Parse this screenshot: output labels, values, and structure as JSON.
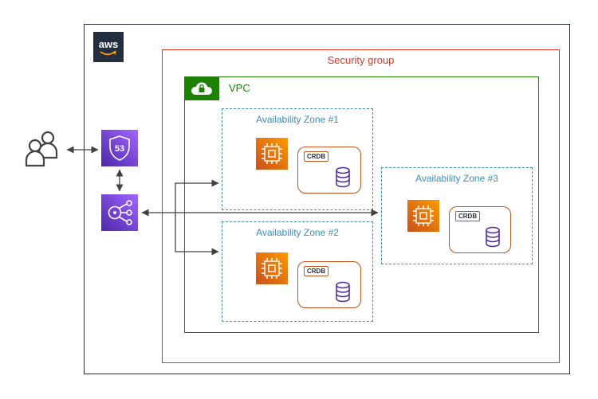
{
  "diagram": {
    "aws_cloud": {
      "logo_text": "aws"
    },
    "security_group": {
      "label": "Security group"
    },
    "vpc": {
      "label": "VPC"
    },
    "zones": [
      {
        "label": "Availability Zone #1",
        "db_label": "CRDB"
      },
      {
        "label": "Availability Zone #2",
        "db_label": "CRDB"
      },
      {
        "label": "Availability Zone #3",
        "db_label": "CRDB"
      }
    ],
    "route53": {
      "badge": "53"
    },
    "colors": {
      "cloud_border": "#232F3E",
      "security_group": "#DD3522",
      "vpc": "#1D8102",
      "availability_zone": "#3B8DBC",
      "compute_gradient_start": "#C8511B",
      "compute_gradient_end": "#FF9900",
      "network_gradient_start": "#4D27A8",
      "network_gradient_end": "#A166FF",
      "database": "#4D27A8",
      "arrow": "#424242",
      "aws_smile": "#FF9900"
    }
  }
}
